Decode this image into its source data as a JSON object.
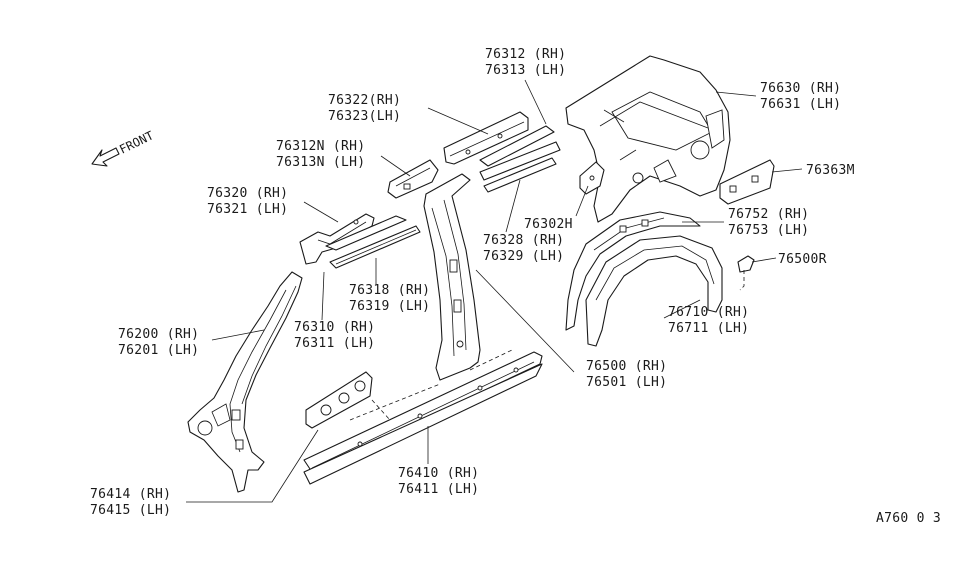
{
  "front_label": "FRONT",
  "diagram_code": "A760 0 3",
  "callouts": [
    {
      "id": "c76312",
      "lines": [
        "76312 (RH)",
        "76313 (LH)"
      ]
    },
    {
      "id": "c76322",
      "lines": [
        "76322(RH)",
        "76323(LH)"
      ]
    },
    {
      "id": "c76630",
      "lines": [
        "76630 (RH)",
        "76631 (LH)"
      ]
    },
    {
      "id": "c76312n",
      "lines": [
        "76312N (RH)",
        "76313N (LH)"
      ]
    },
    {
      "id": "c76320",
      "lines": [
        "76320 (RH)",
        "76321 (LH)"
      ]
    },
    {
      "id": "c76363m",
      "lines": [
        "76363M"
      ]
    },
    {
      "id": "c76302h",
      "lines": [
        "76302H"
      ]
    },
    {
      "id": "c76328",
      "lines": [
        "76328 (RH)",
        "76329 (LH)"
      ]
    },
    {
      "id": "c76752",
      "lines": [
        "76752 (RH)",
        "76753 (LH)"
      ]
    },
    {
      "id": "c76500r",
      "lines": [
        "76500R"
      ]
    },
    {
      "id": "c76318",
      "lines": [
        "76318 (RH)",
        "76319 (LH)"
      ]
    },
    {
      "id": "c76710",
      "lines": [
        "76710 (RH)",
        "76711 (LH)"
      ]
    },
    {
      "id": "c76200",
      "lines": [
        "76200 (RH)",
        "76201 (LH)"
      ]
    },
    {
      "id": "c76310",
      "lines": [
        "76310 (RH)",
        "76311 (LH)"
      ]
    },
    {
      "id": "c76500",
      "lines": [
        "76500 (RH)",
        "76501 (LH)"
      ]
    },
    {
      "id": "c76410",
      "lines": [
        "76410 (RH)",
        "76411 (LH)"
      ]
    },
    {
      "id": "c76414",
      "lines": [
        "76414 (RH)",
        "76415 (LH)"
      ]
    }
  ]
}
